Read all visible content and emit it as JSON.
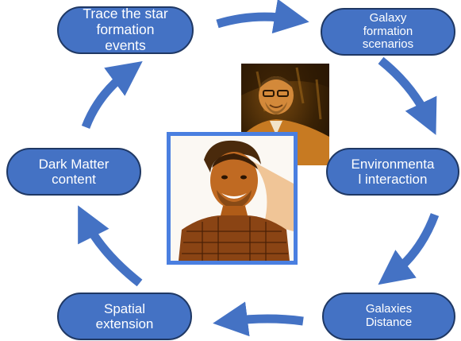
{
  "nodes": {
    "trace_star": [
      "Trace the star",
      "formation",
      "events"
    ],
    "galaxy_formation": [
      "Galaxy",
      "formation",
      "scenarios"
    ],
    "environmental": [
      "Environmenta",
      "l interaction"
    ],
    "galaxies_distance": [
      "Galaxies",
      "Distance"
    ],
    "spatial_extension": [
      "Spatial",
      "extension"
    ],
    "dark_matter": [
      "Dark Matter",
      "content"
    ]
  },
  "colors": {
    "node_fill": "#4472C4",
    "node_border": "#1f3864",
    "arrow": "#4472C4",
    "photo_frame": "#4a7fe0",
    "photo_tint": "#c8731e"
  }
}
